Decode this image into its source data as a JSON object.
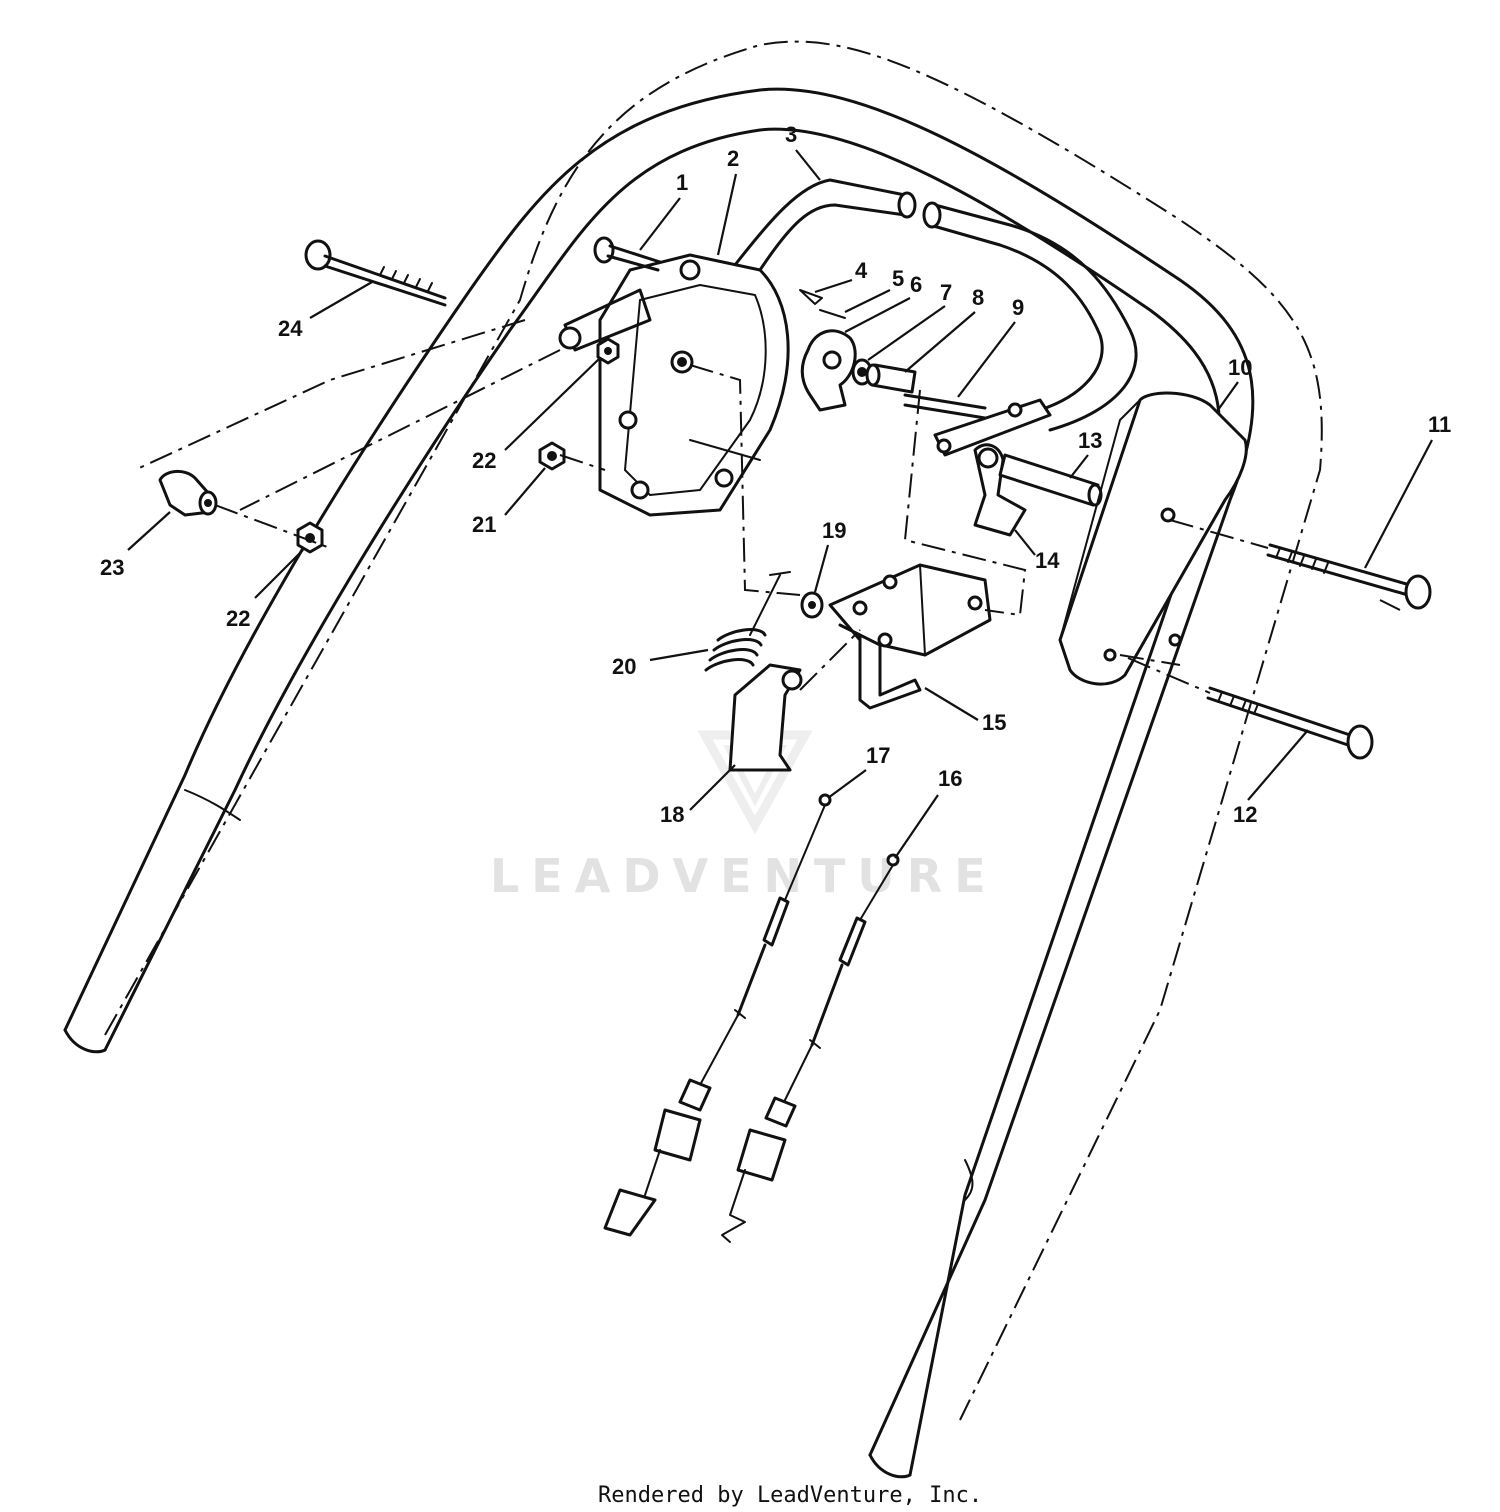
{
  "watermark": "LEADVENTURE",
  "footer": "Rendered by LeadVenture, Inc.",
  "callouts": [
    "1",
    "2",
    "3",
    "4",
    "5",
    "6",
    "7",
    "8",
    "9",
    "10",
    "11",
    "12",
    "13",
    "14",
    "15",
    "16",
    "17",
    "18",
    "19",
    "20",
    "21",
    "22",
    "22",
    "23",
    "24"
  ]
}
